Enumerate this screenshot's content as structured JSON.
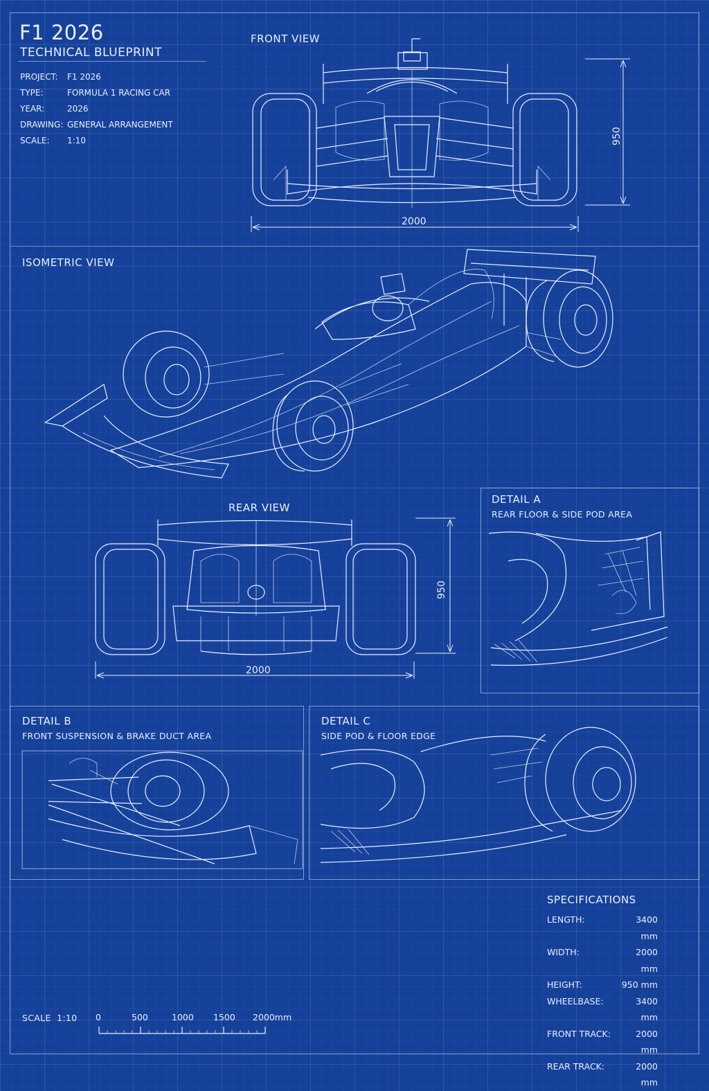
{
  "title": {
    "main": "F1 2026",
    "sub": "TECHNICAL BLUEPRINT"
  },
  "info": [
    {
      "key": "PROJECT:",
      "value": "F1 2026"
    },
    {
      "key": "TYPE:",
      "value": "FORMULA 1 RACING CAR"
    },
    {
      "key": "YEAR:",
      "value": "2026"
    },
    {
      "key": "DRAWING:",
      "value": "GENERAL ARRANGEMENT"
    },
    {
      "key": "SCALE:",
      "value": "1:10"
    }
  ],
  "views": {
    "front": {
      "label": "FRONT VIEW",
      "width_dim": "2000",
      "height_dim": "950"
    },
    "isometric": {
      "label": "ISOMETRIC VIEW"
    },
    "rear": {
      "label": "REAR VIEW",
      "width_dim": "2000",
      "height_dim": "950"
    }
  },
  "details": {
    "a": {
      "label": "DETAIL A",
      "caption": "REAR FLOOR & SIDE POD AREA"
    },
    "b": {
      "label": "DETAIL B",
      "caption": "FRONT SUSPENSION & BRAKE DUCT AREA"
    },
    "c": {
      "label": "DETAIL C",
      "caption": "SIDE POD & FLOOR EDGE"
    }
  },
  "specifications": {
    "heading": "SPECIFICATIONS",
    "rows": [
      {
        "key": "LENGTH:",
        "value": "3400 mm"
      },
      {
        "key": "WIDTH:",
        "value": "2000 mm"
      },
      {
        "key": "HEIGHT:",
        "value": "950 mm"
      },
      {
        "key": "WHEELBASE:",
        "value": "3400 mm"
      },
      {
        "key": "FRONT TRACK:",
        "value": "2000 mm"
      },
      {
        "key": "REAR TRACK:",
        "value": "2000 mm"
      }
    ]
  },
  "scale_bar": {
    "label": "SCALE  1:10",
    "ticks": [
      "0",
      "500",
      "1000",
      "1500",
      "2000mm"
    ]
  },
  "colors": {
    "background": "#16419a",
    "line": "#e8efff"
  }
}
